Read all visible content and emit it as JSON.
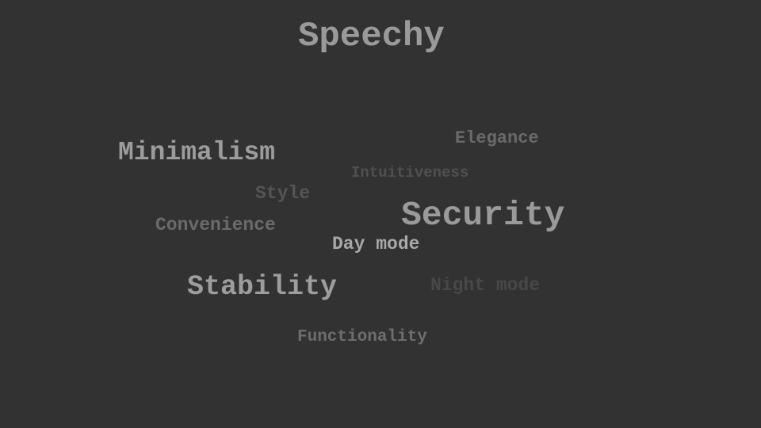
{
  "title": "Speechy",
  "words": {
    "minimalism": "Minimalism",
    "elegance": "Elegance",
    "intuitiveness": "Intuitiveness",
    "style": "Style",
    "security": "Security",
    "convenience": "Convenience",
    "day_mode": "Day mode",
    "stability": "Stability",
    "night_mode": "Night mode",
    "functionality": "Functionality"
  },
  "colors": {
    "background": "#323232",
    "text_light": "#a8a8a8",
    "text_mid": "#9a9a9a",
    "text_dim": "#6b6b6b",
    "text_dark": "#484848"
  }
}
